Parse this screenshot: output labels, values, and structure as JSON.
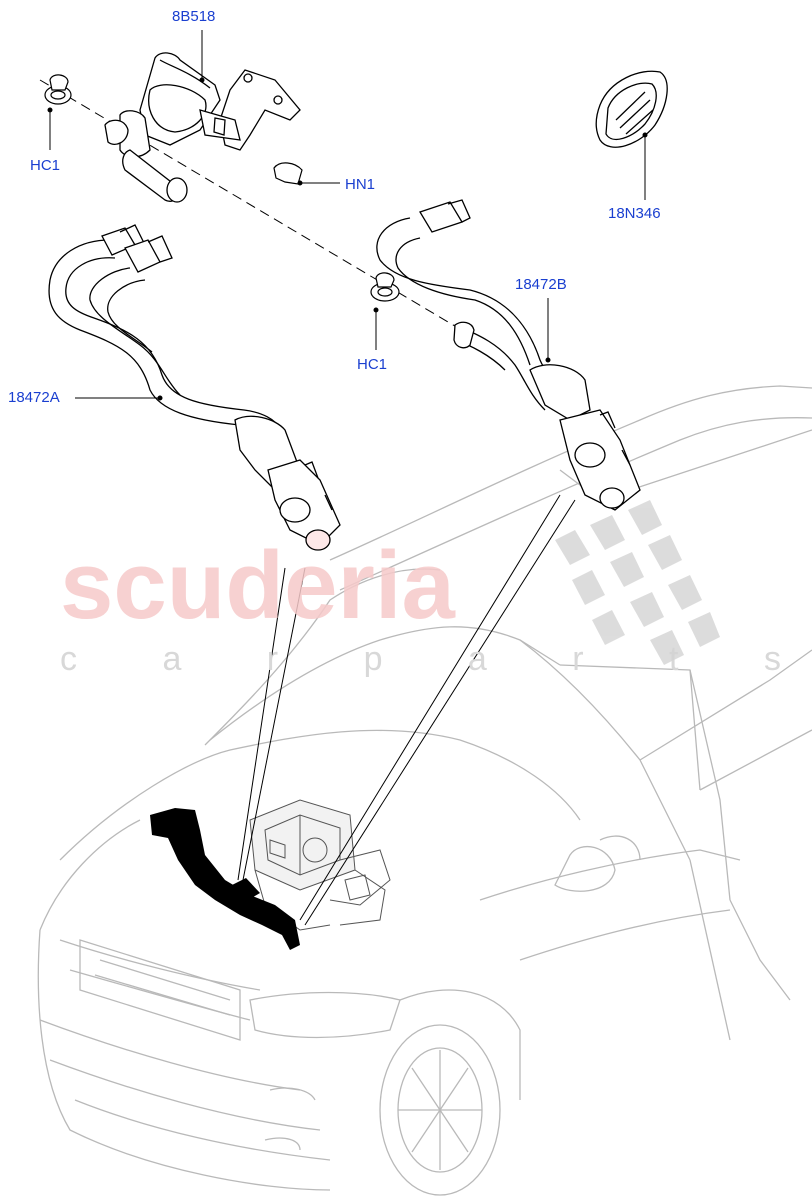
{
  "watermark": {
    "brand": "scuderia",
    "tagline": "c a r p a r t s",
    "brand_color": "#f6c9c9",
    "tagline_color": "#d8d8d8"
  },
  "callouts": {
    "pump": "8B518",
    "clip_top": "HC1",
    "nut": "HN1",
    "grommet": "18N346",
    "hose_b": "18472B",
    "clip_mid": "HC1",
    "hose_a": "18472A"
  },
  "colors": {
    "callout_text": "#1a3fd0",
    "line": "#000000",
    "car_outline": "#b8b8b8"
  }
}
